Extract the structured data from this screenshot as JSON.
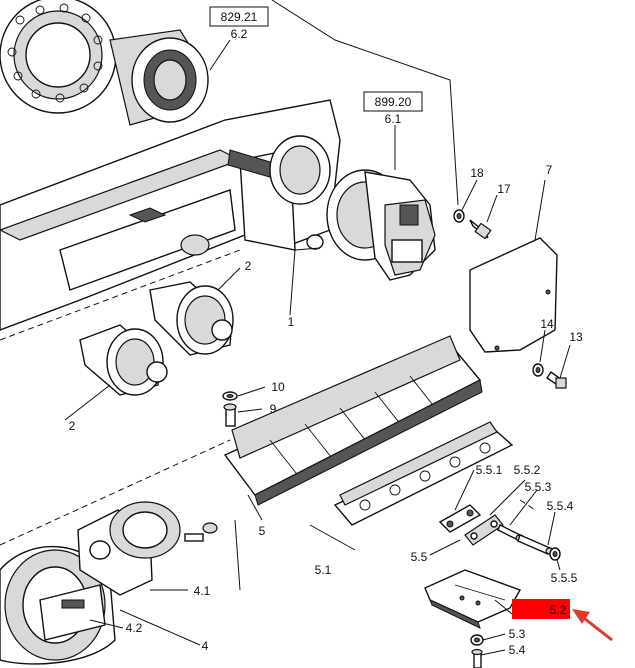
{
  "refs": {
    "ref_829": {
      "top": "829.21",
      "bottom": "6.2"
    },
    "ref_899": {
      "top": "899.20",
      "bottom": "6.1"
    }
  },
  "callouts": {
    "c18": "18",
    "c17": "17",
    "c7": "7",
    "c2a": "2",
    "c1": "1",
    "c14": "14",
    "c13": "13",
    "c10": "10",
    "c9": "9",
    "c2b": "2",
    "c551": "5.5.1",
    "c552": "5.5.2",
    "c553": "5.5.3",
    "c554": "5.5.4",
    "c5": "5",
    "c51": "5.1",
    "c55": "5.5",
    "c555": "5.5.5",
    "c41": "4.1",
    "c42": "4.2",
    "c4": "4",
    "c52": "5.2",
    "c53": "5.3",
    "c54": "5.4"
  },
  "highlight": {
    "label": "5.2",
    "color": "#ff0000",
    "arrow_color": "#e03a2e"
  }
}
